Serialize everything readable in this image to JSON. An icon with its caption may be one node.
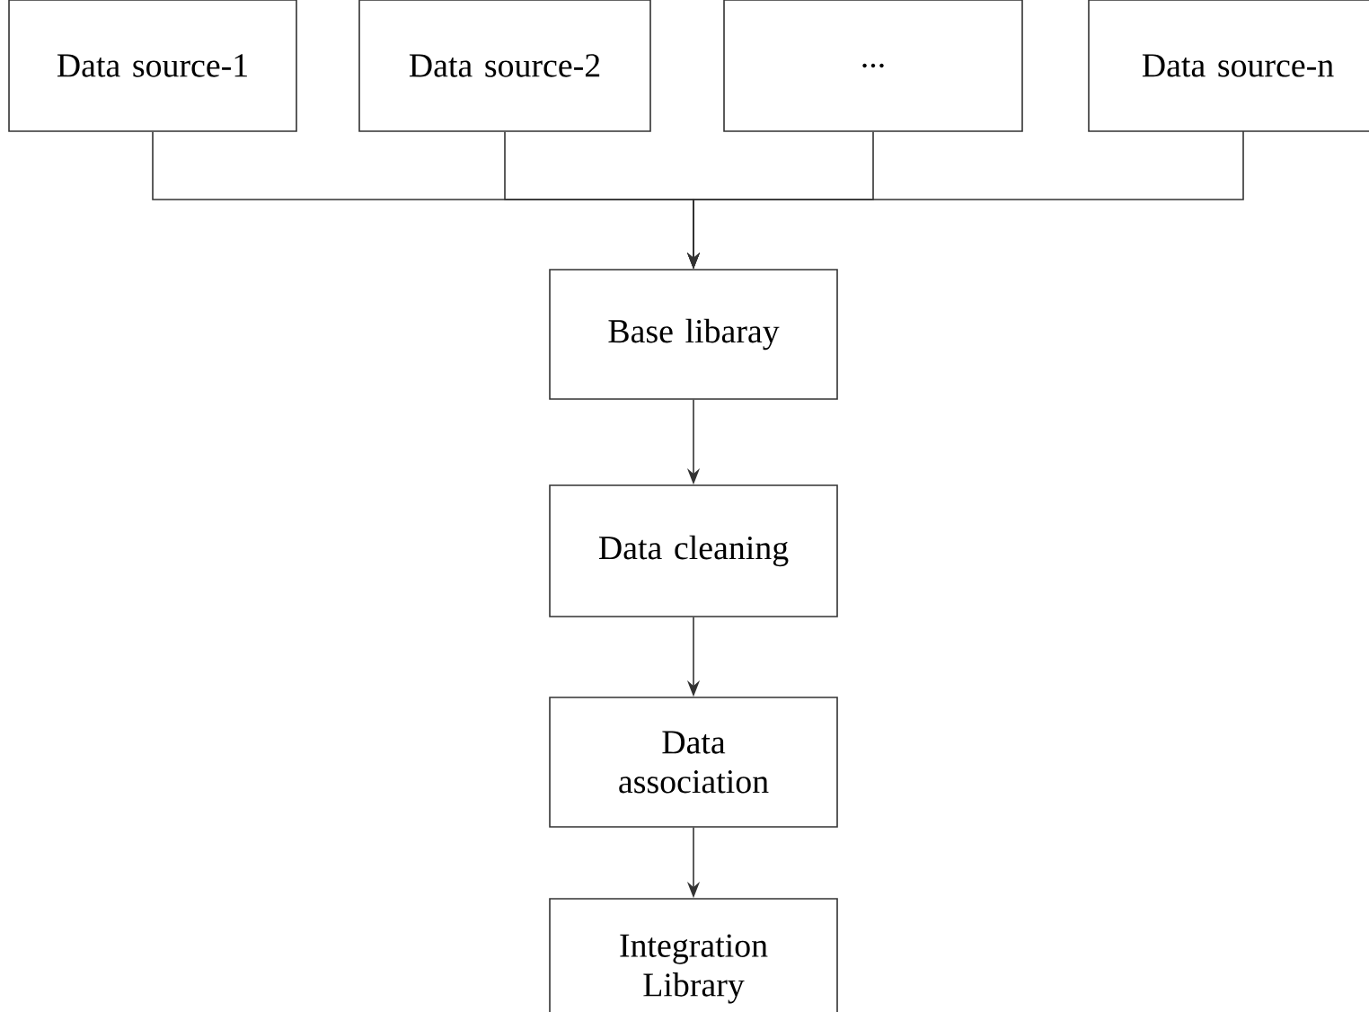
{
  "diagram": {
    "nodes": [
      {
        "text": [
          "Data source-1"
        ]
      },
      {
        "text": [
          "Data source-2"
        ]
      },
      {
        "text": [
          "..."
        ]
      },
      {
        "text": [
          "Data source-n"
        ]
      },
      {
        "text": [
          "Base libaray"
        ]
      },
      {
        "text": [
          "Data cleaning"
        ]
      },
      {
        "text": [
          "Data association"
        ]
      },
      {
        "text": [
          "Integration Library"
        ]
      }
    ],
    "edges": [
      {
        "from": 0,
        "to": 4,
        "arrow": "to"
      },
      {
        "from": 1,
        "to": 4,
        "arrow": "to"
      },
      {
        "from": 2,
        "to": 4,
        "arrow": "to"
      },
      {
        "from": 3,
        "to": 4,
        "arrow": "to"
      },
      {
        "from": 4,
        "to": 5,
        "arrow": "to"
      },
      {
        "from": 5,
        "to": 6,
        "arrow": "to"
      },
      {
        "from": 6,
        "to": 7,
        "arrow": "to"
      }
    ]
  }
}
